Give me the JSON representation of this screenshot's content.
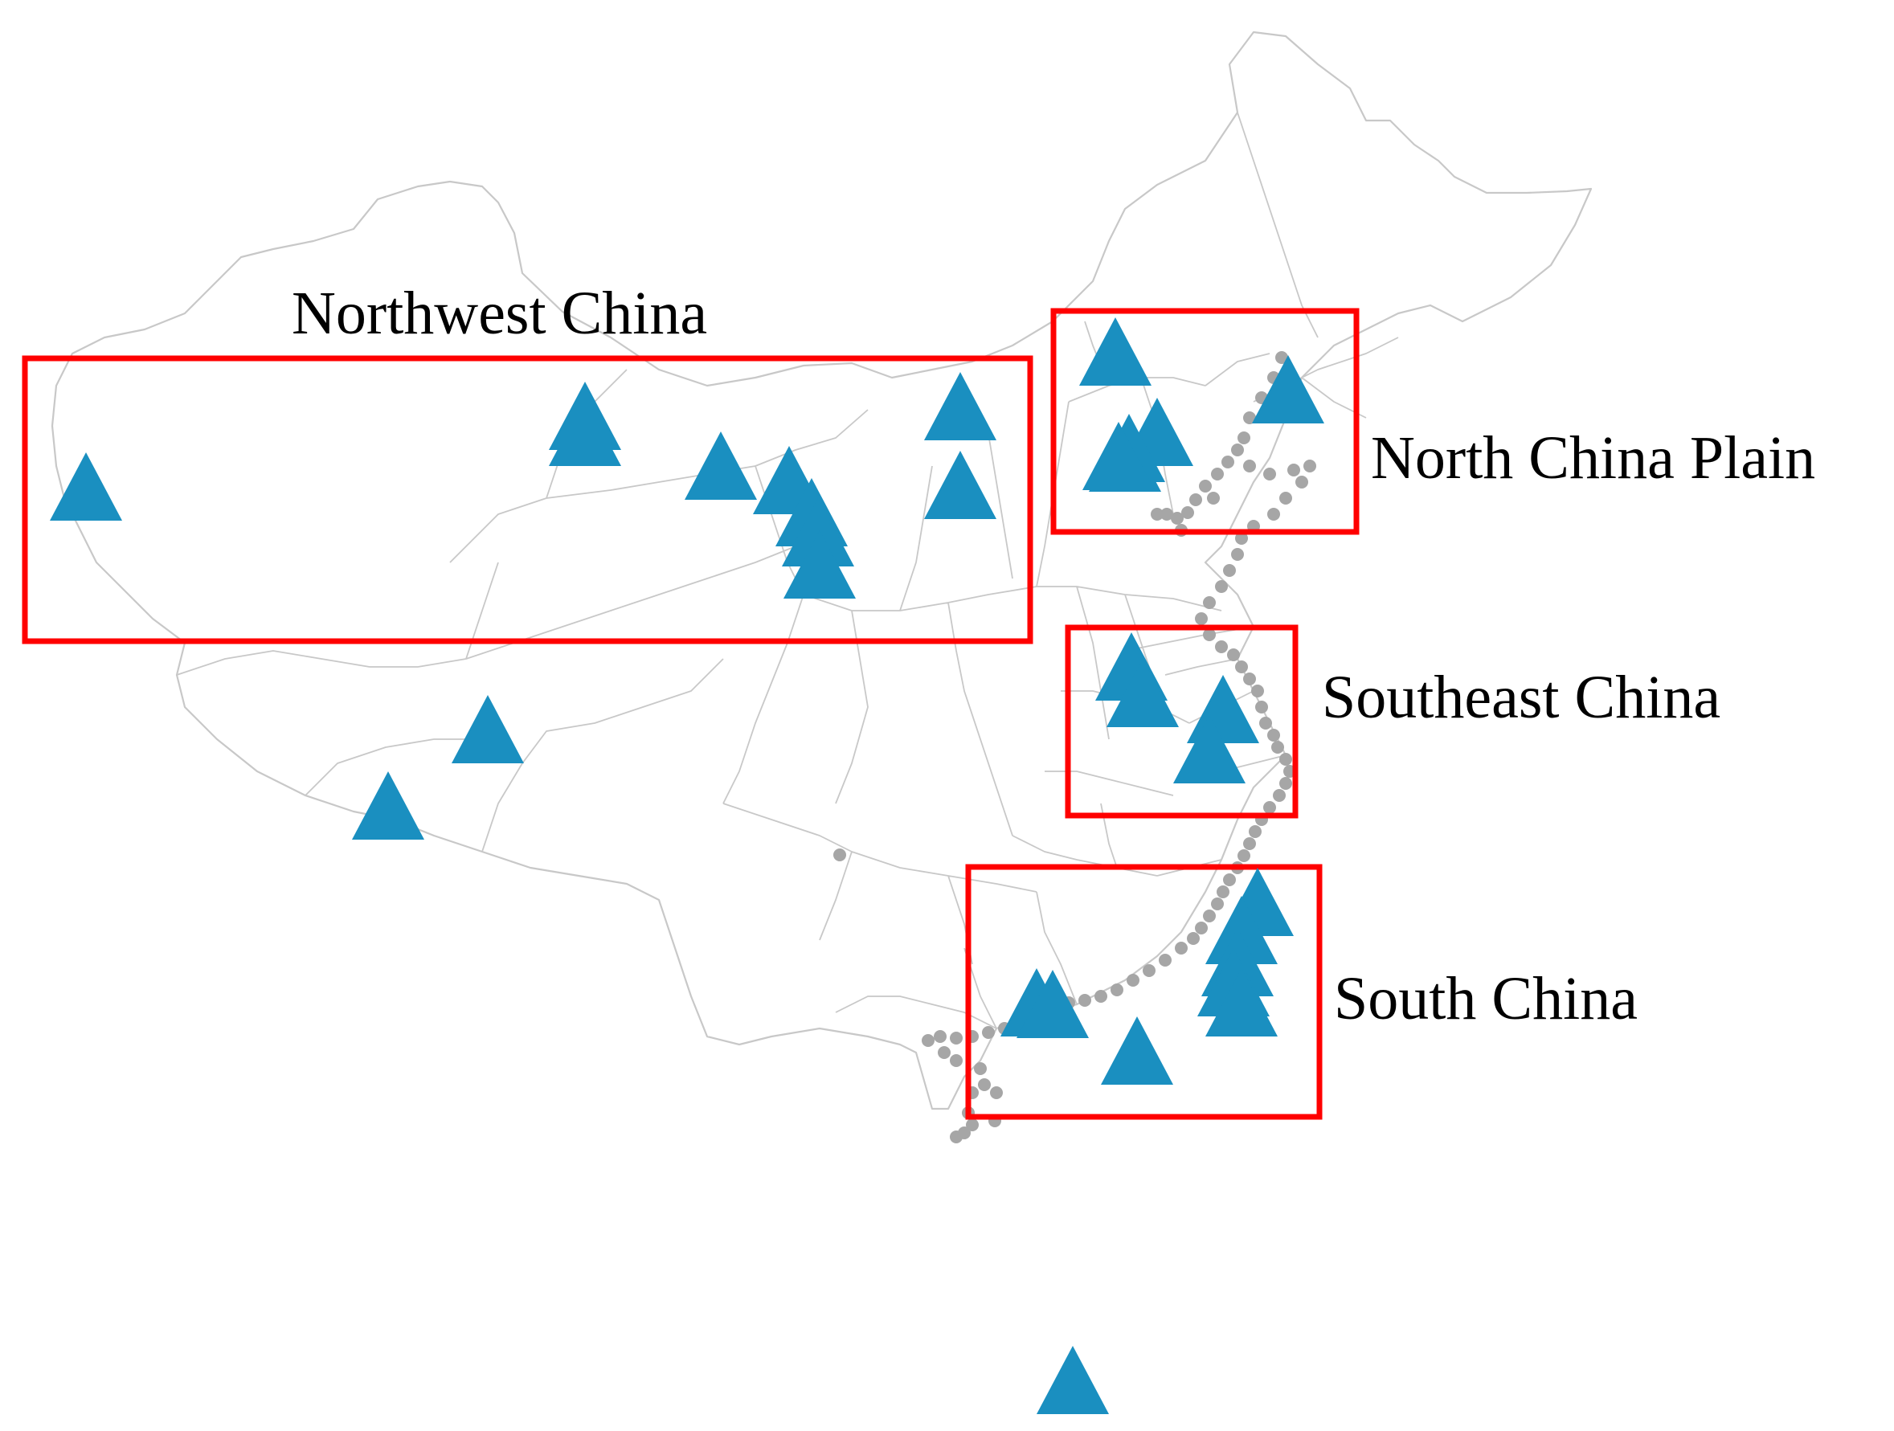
{
  "colors": {
    "site_marker": "#1a8fc0",
    "region_box": "#ff0000",
    "coast_dots": "#a6a6a6",
    "boundary_lines": "#c8c8c8",
    "label_text": "#000000"
  },
  "regions": [
    {
      "id": "northwest",
      "label": "Northwest China"
    },
    {
      "id": "north-china-plain",
      "label": "North China Plain"
    },
    {
      "id": "southeast",
      "label": "Southeast China"
    },
    {
      "id": "south",
      "label": "South China"
    }
  ],
  "markers": {
    "site_icon": "triangle-icon",
    "coast_icon": "circle-dot-icon"
  }
}
